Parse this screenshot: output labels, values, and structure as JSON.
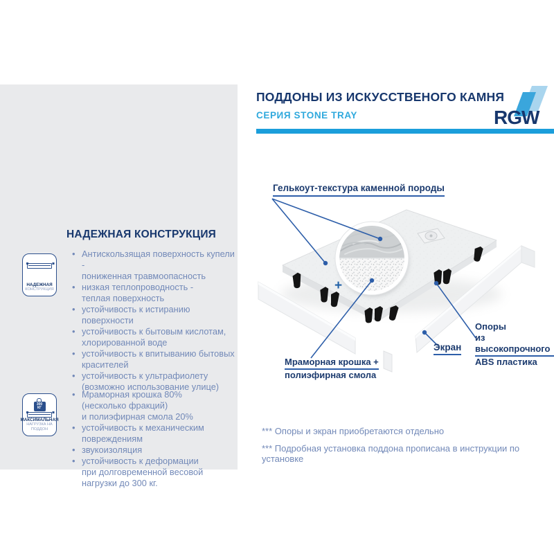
{
  "header": {
    "title": "ПОДДОНЫ ИЗ ИСКУССТВЕНОГО КАМНЯ",
    "subtitle": "СЕРИЯ STONE TRAY",
    "brand": "RGW"
  },
  "colors": {
    "navy": "#17376d",
    "accent_blue": "#1b9edb",
    "soft_blue": "#7289b8",
    "panel_gray": "#e9eaec",
    "callout_line": "#2d5ea9"
  },
  "left_panel": {
    "heading": "НАДЕЖНАЯ КОНСТРУКЦИЯ",
    "badge1": {
      "icon": "tray-profile-icon",
      "line1": "НАДЕЖНАЯ",
      "line2": "КОНСТРУКЦИЯ"
    },
    "badge2": {
      "icon": "weight-on-tray-icon",
      "weight_value": "300",
      "weight_unit": "КГ",
      "line1": "МАКСИМАЛЬНАЯ",
      "line2": "НАГРУЗКА НА ПОДДОН"
    },
    "list1": [
      "Антискользящая поверхность купели -\nпониженная травмоопасность",
      "низкая теплопроводность -\nтеплая поверхность",
      "устойчивость к истиранию поверхности",
      "устойчивость к бытовым кислотам,\nхлорированной воде",
      "устойчивость к впитыванию бытовых\nкрасителей",
      "устойчивость к ультрафиолету\n(возможно использование улице)"
    ],
    "list2": [
      "Мраморная крошка 80%\n(несколько фракций)\nи полиэфирная смола 20%",
      "устойчивость к механическим\nповреждениям",
      "звукоизоляция",
      "устойчивость к деформации\nпри долговременной весовой\nнагрузки до 300 кг."
    ]
  },
  "diagram": {
    "label_gelcoat": "Гелькоут-текстура каменной породы",
    "plus_sign": "+",
    "label_marble_line1": "Мраморная крошка +",
    "label_marble_line2": "полиэфирная смола",
    "label_screen": "Экран",
    "label_supports_line1": "Опоры",
    "label_supports_line2": "из высокопрочного",
    "label_supports_line3": "ABS пластика"
  },
  "footnotes": [
    "*** Опоры и экран приобретаются отдельно",
    "*** Подробная установка поддона прописана в инструкции по установке"
  ]
}
